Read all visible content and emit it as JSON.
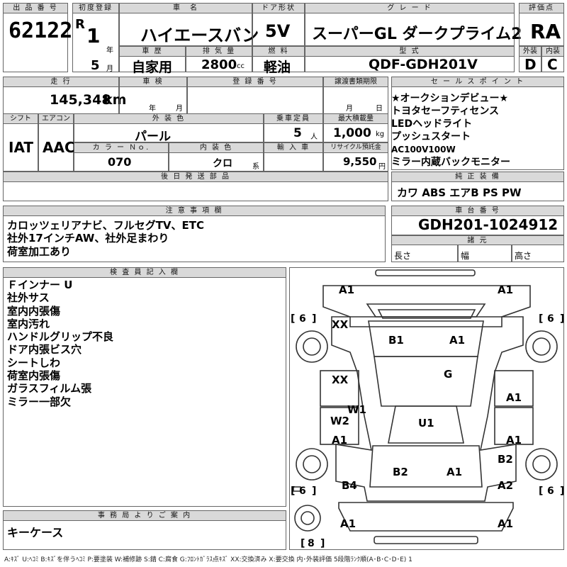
{
  "header": {
    "lot_label": "出 品 番 号",
    "lot": "62122",
    "first_reg_label": "初度登録",
    "era": "R",
    "year": "1",
    "year_unit": "年",
    "month": "5",
    "month_unit": "月",
    "name_label": "車　名",
    "name": "ハイエースバン",
    "door_label": "ドア形状",
    "door": "5V",
    "grade_label": "グ レ ー ド",
    "grade": "スーパーGL ダークプライム2",
    "score_label": "評価点",
    "score": "RA",
    "history_label": "車 歴",
    "history": "自家用",
    "displacement_label": "排 気 量",
    "displacement": "2800",
    "displacement_unit": "cc",
    "fuel_label": "燃 料",
    "fuel": "軽油",
    "model_label": "型 式",
    "model": "QDF-GDH201V",
    "exterior_label": "外装",
    "exterior": "D",
    "interior_label": "内装",
    "interior": "C"
  },
  "row2": {
    "mileage_label": "走 行",
    "mileage": "145,348",
    "mileage_unit": "km",
    "inspection_label": "車 検",
    "insp_year_unit": "年",
    "insp_month_unit": "月",
    "regno_label": "登 録 番 号",
    "transfer_label": "譲渡書類期限",
    "transfer_month_unit": "月",
    "transfer_day_unit": "日",
    "shift_label": "シフト",
    "shift": "IAT",
    "ac_label": "エアコン",
    "ac": "AAC",
    "color_label": "外 装 色",
    "color": "パール",
    "capacity_label": "乗車定員",
    "capacity": "5",
    "capacity_unit": "人",
    "load_label": "最大積載量",
    "load": "1,000",
    "load_unit": "kg",
    "color_no_label": "カ ラ ー Ｎｏ.",
    "color_no": "070",
    "int_color_label": "内 装 色",
    "int_color": "クロ",
    "int_color_unit": "系",
    "import_label": "輸 入 車",
    "recycle_label": "リサイクル預託金",
    "recycle": "9,550",
    "recycle_unit": "円",
    "later_label": "後 日 発 送 部 品"
  },
  "sales": {
    "label": "セ ー ル ス ポ イ ン ト",
    "items": [
      "★オークションデビュー★",
      "トヨタセーフティセンス",
      "LEDヘッドライト",
      "プッシュスタート",
      "AC100V100W",
      "ミラー内蔵バックモニター"
    ]
  },
  "equipment": {
    "label": "純 正 装 備",
    "value": "カワ ABS エアB PS PW"
  },
  "notes": {
    "label": "注 意 事 項 欄",
    "lines": [
      "カロッツェリアナビ、フルセグTV、ETC",
      "社外17インチAW、社外足まわり",
      "荷室加工あり"
    ]
  },
  "chassis": {
    "label": "車 台 番 号",
    "value": "GDH201-1024912",
    "dims_label": "諸 元",
    "length": "長さ",
    "width": "幅",
    "height": "高さ"
  },
  "inspector": {
    "label": "検 査 員 記 入 欄",
    "lines": [
      "Ｆインナー U",
      "社外サス",
      "室内内張傷",
      "室内汚れ",
      "ハンドルグリップ不良",
      "ドア内張ビス穴",
      "シートしわ",
      "荷室内張傷",
      "ガラスフィルム張",
      "ミラー一部欠"
    ]
  },
  "office": {
    "label": "事 務 局 よ り ご 案 内",
    "value": "キーケース"
  },
  "legend": "A:ｷｽﾞ U:ﾍｺﾐ B:ｷｽﾞを伴うﾍｺﾐ P:要塗装 W:補修跡 S:錆 C:腐食 G:ﾌﾛﾝﾄｶﾞﾗｽ点ｷｽﾞ XX:交換済み X:要交換 内･外装評価 5段階ﾗﾝｸ順(A･B･C･D･E) 1",
  "diagram": {
    "marks": {
      "fl_corner": "A1",
      "fr_corner": "A1",
      "front_left": "XX",
      "hood_b1": "B1",
      "hood_a1": "A1",
      "windshield": "G",
      "left_front_door": "XX",
      "w1": "W1",
      "w2": "W2",
      "left_a1": "A1",
      "roof": "U1",
      "right_a1_top": "A1",
      "right_a1_bottom": "A1",
      "rear_b2": "B2",
      "rear_a1": "A1",
      "right_b2": "B2",
      "left_b4": "B4",
      "right_a2": "A2",
      "rl_corner": "A1",
      "rr_corner": "A1"
    },
    "tires": {
      "fl": "6",
      "fr": "6",
      "rl": "6",
      "rr": "6",
      "spare": "8"
    }
  }
}
